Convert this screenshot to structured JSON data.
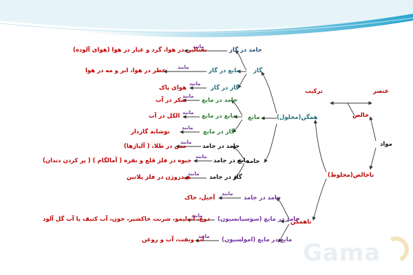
{
  "watermark": {
    "logo_text": "Gama"
  },
  "labels": {
    "mavad": "مواد",
    "khales": "خالص",
    "anasor": "عنصر",
    "tarkib": "ترکیب",
    "nakhales": "ناخالص(مخلوط)",
    "hamgen": "همگن(محلول)",
    "nahamgen": "ناهمگن",
    "gaz": "گاز",
    "maye": "مایع",
    "jamed": "جامد",
    "gaz_jamed_in_gaz": "جامد در گاز",
    "gaz_maye_in_gaz": "مایع در گاز",
    "gaz_gaz_in_gaz": "گاز در گاز",
    "maye_jamed_in_maye": "جامد در مایع",
    "maye_maye_in_maye": "مایع در مایع",
    "maye_gaz_in_maye": "گاز در مایع",
    "jamed_jamed_in_jamed": "جامد در جامد",
    "jamed_maye_in_jamed": "مایع در جامد",
    "jamed_gaz_in_jamed": "گاز در جامد",
    "het_jamed_in_jamed": "جامد در جامد",
    "het_suspension": "جامد در مایع (سوسپانسیون)",
    "het_emulsion": "مایع در مایع (امولسیون)",
    "ex1": "نفتالین در هوا، گرد و غبار در هوا (هوای آلوده)",
    "ex2": "عطر در هوا، ابر و مه در هوا",
    "ex3": "هوای پاک",
    "ex4": "شکر در آب",
    "ex5": "الکل در آب",
    "ex6": "نوشابه گازدار",
    "ex7": "مس در طلا، ( آلیاژها)",
    "ex8": "جیوه در فلز قلع و نقره ( آمالگام ) ( پر کردن دندان)",
    "ex9": "هیدروژن در فلز پلاتین",
    "ex10": "آجیل، خاک",
    "ex11": "دوغ، آب‌لیمو، شربت خاکشیر، خون، آب کثیف یا آب گل آلود",
    "ex12": "آب ونفت، آب و روغن",
    "manand": "مانند"
  }
}
